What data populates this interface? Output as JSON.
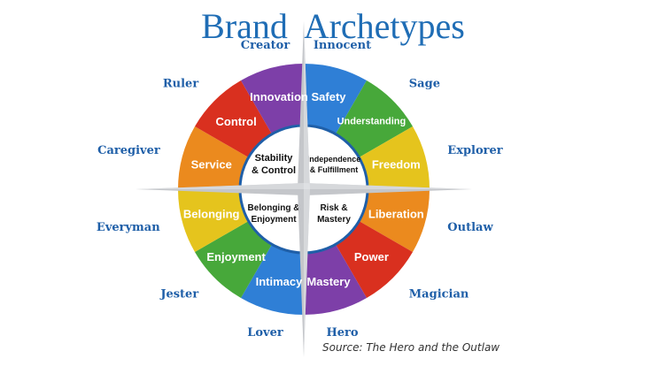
{
  "title": "Brand  Archetypes",
  "source": "Source: The Hero and the Outlaw",
  "center_quadrants": [
    {
      "lines": [
        "Stability",
        "& Control"
      ]
    },
    {
      "lines": [
        "Independence",
        "& Fulfillment"
      ]
    },
    {
      "lines": [
        "Belonging &",
        "Enjoyment"
      ]
    },
    {
      "lines": [
        "Risk &",
        "Mastery"
      ]
    }
  ],
  "segments": [
    {
      "trait": "Safety",
      "archetype": "Innocent",
      "color": "#2f7fd6"
    },
    {
      "trait": "Understanding",
      "archetype": "Sage",
      "color": "#47a83a"
    },
    {
      "trait": "Freedom",
      "archetype": "Explorer",
      "color": "#e5c41d"
    },
    {
      "trait": "Liberation",
      "archetype": "Outlaw",
      "color": "#eb8a1e"
    },
    {
      "trait": "Power",
      "archetype": "Magician",
      "color": "#d9301f"
    },
    {
      "trait": "Mastery",
      "archetype": "Hero",
      "color": "#7d3fa8"
    },
    {
      "trait": "Intimacy",
      "archetype": "Lover",
      "color": "#2f7fd6"
    },
    {
      "trait": "Enjoyment",
      "archetype": "Jester",
      "color": "#47a83a"
    },
    {
      "trait": "Belonging",
      "archetype": "Everyman",
      "color": "#e5c41d"
    },
    {
      "trait": "Service",
      "archetype": "Caregiver",
      "color": "#eb8a1e"
    },
    {
      "trait": "Control",
      "archetype": "Ruler",
      "color": "#d9301f"
    },
    {
      "trait": "Innovation",
      "archetype": "Creator",
      "color": "#7d3fa8"
    }
  ],
  "colors": {
    "title": "#1f6db5",
    "archetype_label": "#1f5fa8",
    "compass": "#c4c6ca",
    "ring": "#ffffff"
  }
}
